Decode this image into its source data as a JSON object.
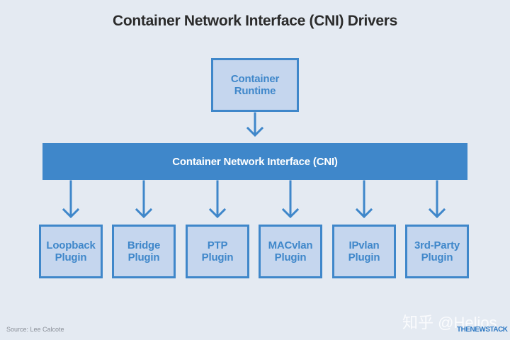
{
  "title": "Container Network Interface (CNI) Drivers",
  "runtime": {
    "line1": "Container",
    "line2": "Runtime"
  },
  "cni": {
    "label": "Container Network Interface (CNI)"
  },
  "plugins": [
    {
      "line1": "Loopback",
      "line2": "Plugin"
    },
    {
      "line1": "Bridge",
      "line2": "Plugin"
    },
    {
      "line1": "PTP",
      "line2": "Plugin"
    },
    {
      "line1": "MACvlan",
      "line2": "Plugin"
    },
    {
      "line1": "IPvlan",
      "line2": "Plugin"
    },
    {
      "line1": "3rd-Party",
      "line2": "Plugin"
    }
  ],
  "source": "Source: Lee Calcote",
  "watermark": "知乎 @Helios",
  "brand": "THENEWSTACK",
  "colors": {
    "accent": "#3f87ca",
    "box_fill": "#c5d6ee",
    "background": "#e4eaf2"
  }
}
